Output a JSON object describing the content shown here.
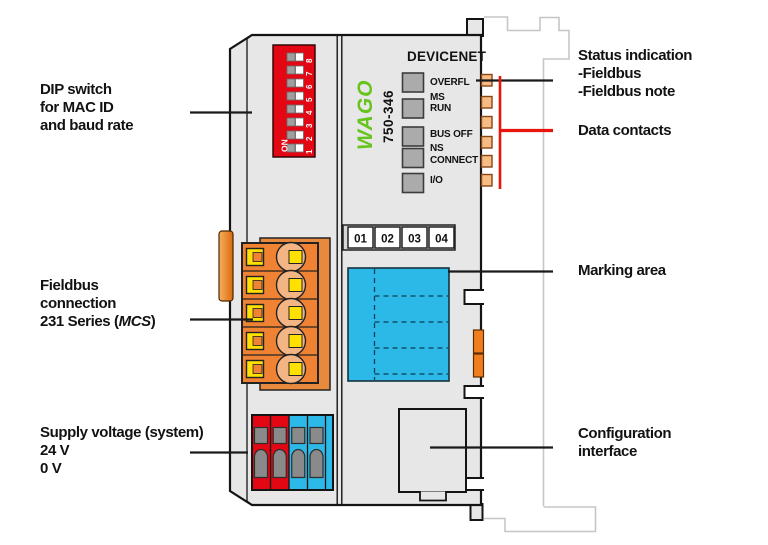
{
  "device": {
    "brand": "WAGO",
    "model": "750-346",
    "protocol": "DEVICENET",
    "dip": {
      "on_label": "ON",
      "positions": [
        "1",
        "2",
        "3",
        "4",
        "5",
        "6",
        "7",
        "8"
      ]
    },
    "leds": {
      "overfl": "OVERFL",
      "ms": "MS",
      "run": "RUN",
      "bus_off": "BUS OFF",
      "ns": "NS",
      "connect": "CONNECT",
      "io": "I/O"
    },
    "marking_slots": [
      "01",
      "02",
      "03",
      "04"
    ]
  },
  "callouts": {
    "left": {
      "dip": {
        "line1": "DIP switch",
        "line2": "for MAC ID",
        "line3": "and baud rate"
      },
      "fieldbus": {
        "line1": "Fieldbus",
        "line2": "connection",
        "line3_pre": "231 Series (",
        "line3_italic": "MCS",
        "line3_post": ")"
      },
      "supply": {
        "line1": "Supply voltage (system)",
        "line2": "24 V",
        "line3": "0 V"
      }
    },
    "right": {
      "status": {
        "line1": "Status indication",
        "line2": "-Fieldbus",
        "line3": "-Fieldbus note"
      },
      "data_contacts": "Data contacts",
      "marking": "Marking area",
      "config": {
        "line1": "Configuration",
        "line2": "interface"
      }
    }
  },
  "colors": {
    "module_body": "#e7e7e7",
    "dip_red": "#e30613",
    "marking_cyan": "#2cb9e8",
    "wago_green": "#66c41c",
    "connector_orange": "#f08233",
    "contact_orange": "#f6bc84",
    "supply_red": "#e30613",
    "supply_blue": "#2cb9e8",
    "callout_red_line": "#e8150d"
  }
}
